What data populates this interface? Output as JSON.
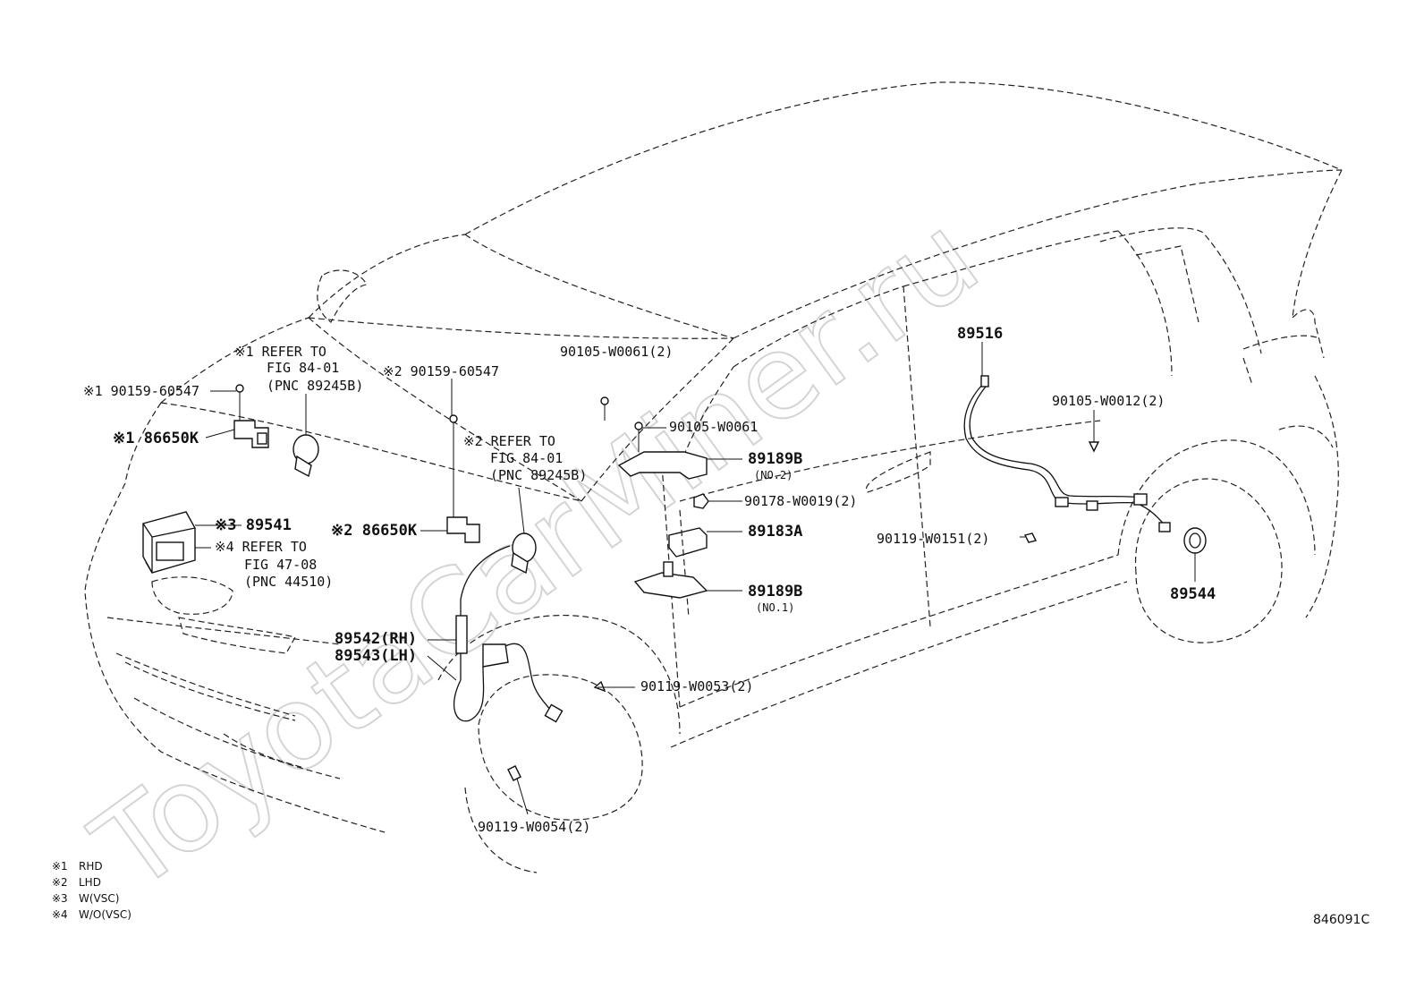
{
  "watermark": "ToyotaCarMiner.ru",
  "figure_code": "846091C",
  "legend": [
    {
      "mark": "※1",
      "text": "RHD"
    },
    {
      "mark": "※2",
      "text": "LHD"
    },
    {
      "mark": "※3",
      "text": "W(VSC)"
    },
    {
      "mark": "※4",
      "text": "W/O(VSC)"
    }
  ],
  "callouts": {
    "ref1_a": "※1 REFER TO",
    "ref1_b": "FIG 84-01",
    "ref1_c": "(PNC 89245B)",
    "bolt_rhd": "※1 90159-60547",
    "bolt_lhd": "※2 90159-60547",
    "bracket_rhd": "※1 86650K",
    "ref2_a": "※2 REFER TO",
    "ref2_b": "FIG 84-01",
    "ref2_c": "(PNC 89245B)",
    "actuator": "※3 89541",
    "ref4_a": "※4 REFER TO",
    "ref4_b": "FIG 47-08",
    "ref4_c": "(PNC 44510)",
    "bracket_lhd": "※2 86650K",
    "front_sensor_rh": "89542(RH)",
    "front_sensor_lh": "89543(LH)",
    "bolt_w0061_2": "90105-W0061(2)",
    "bolt_w0061": "90105-W0061",
    "bracket_no2": "89189B",
    "bracket_no2_sub": "(NO.2)",
    "nut_w0019": "90178-W0019(2)",
    "sensor_89183a": "89183A",
    "bracket_no1": "89189B",
    "bracket_no1_sub": "(NO.1)",
    "bolt_w0053": "90119-W0053(2)",
    "bolt_w0054": "90119-W0054(2)",
    "rear_harness": "89516",
    "bolt_w0012": "90105-W0012(2)",
    "bolt_w0151": "90119-W0151(2)",
    "rear_sensor": "89544"
  }
}
